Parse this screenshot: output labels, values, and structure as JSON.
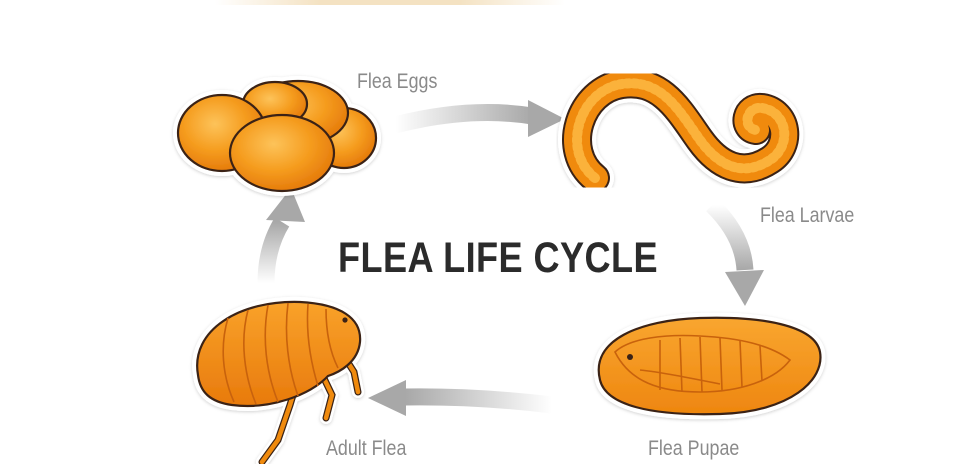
{
  "diagram": {
    "title": "FLEA LIFE CYCLE",
    "stages": {
      "eggs": "Flea Eggs",
      "larvae": "Flea Larvae",
      "pupae": "Flea Pupae",
      "adult": "Adult Flea"
    },
    "colors": {
      "body_orange": "#f08a10",
      "highlight_orange": "#fcb640",
      "outline": "#3a2414",
      "arrow_gray": "#a8a8a8",
      "title_text": "#2b2b2b",
      "label_text": "#8a8a8a"
    }
  }
}
